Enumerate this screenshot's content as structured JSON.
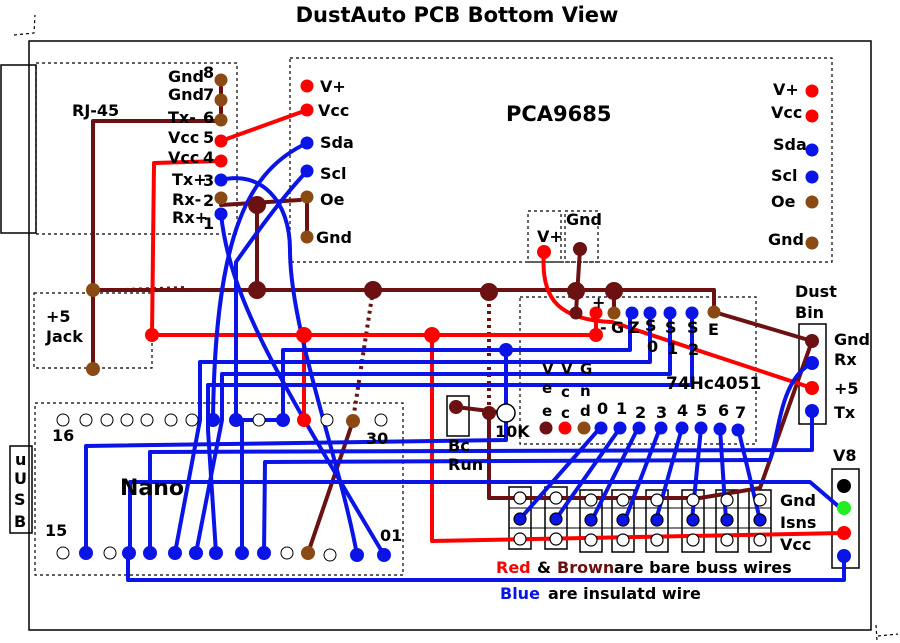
{
  "title": "DustAuto PCB Bottom View",
  "colors": {
    "red": "#ff0000",
    "brown": "#6b1111",
    "pin_brown": "#8b4a14",
    "blue": "#0a14e6",
    "green": "#22ee22",
    "black": "#000000"
  },
  "rj45": {
    "label": "RJ-45",
    "pins": [
      {
        "name": "Gnd",
        "num": "8"
      },
      {
        "name": "Gnd",
        "num": "7"
      },
      {
        "name": "Tx-",
        "num": "6"
      },
      {
        "name": "Vcc",
        "num": "5"
      },
      {
        "name": "Vcc",
        "num": "4"
      },
      {
        "name": "Tx+",
        "num": "3"
      },
      {
        "name": "Rx-",
        "num": "2"
      },
      {
        "name": "Rx+",
        "num": "1"
      }
    ]
  },
  "pca": {
    "label": "PCA9685",
    "left_pins": [
      "V+",
      "Vcc",
      "Sda",
      "Scl",
      "Oe",
      "Gnd"
    ],
    "right_pins": [
      "V+",
      "Vcc",
      "Sda",
      "Scl",
      "Oe",
      "Gnd"
    ]
  },
  "jack": {
    "line1": "+5",
    "line2": "Jack"
  },
  "vplus": "V+",
  "gnd": "Gnd",
  "mux": {
    "label": "74Hc4051",
    "top_pins": [
      "+",
      "-",
      "G",
      "Z",
      "S",
      "S",
      "S",
      "E"
    ],
    "subs": [
      "0",
      "1",
      "2"
    ],
    "vee": [
      "V",
      "e",
      "e"
    ],
    "vcc": [
      "V",
      "c",
      "c"
    ],
    "gnd": [
      "G",
      "n",
      "d"
    ],
    "channels": [
      "0",
      "1",
      "2",
      "3",
      "4",
      "5",
      "6",
      "7"
    ]
  },
  "dust": {
    "label1": "Dust",
    "label2": "Bin",
    "pins": [
      "Gnd",
      "Rx",
      "+5",
      "Tx"
    ]
  },
  "v8": {
    "label": "V8",
    "pins": [
      "Gnd",
      "Isns",
      "Vcc"
    ]
  },
  "nano": {
    "label": "Nano",
    "n16": "16",
    "n30": "30",
    "n15": "15",
    "n01": "01"
  },
  "usb": {
    "letters": [
      "u",
      "U",
      "S",
      "B"
    ]
  },
  "resistor": {
    "label": "10K"
  },
  "bc_label": "Bc",
  "run_label": "Run",
  "legend": {
    "red": "Red",
    "amp": "&",
    "brown": "Brown",
    "rest1": "are bare buss wires",
    "blue": "Blue",
    "rest2": "are insulatd wire"
  }
}
